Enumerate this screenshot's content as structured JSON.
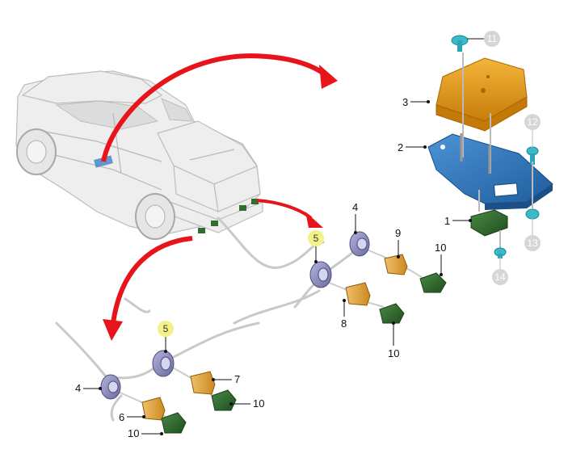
{
  "callouts": {
    "c1": "1",
    "c2": "2",
    "c3": "3",
    "c4a": "4",
    "c4b": "4",
    "c5a": "5",
    "c5b": "5",
    "c6": "6",
    "c7": "7",
    "c8": "8",
    "c9": "9",
    "c10a": "10",
    "c10b": "10",
    "c10c": "10",
    "c10d": "10",
    "c11": "11",
    "c12": "12",
    "c13": "13",
    "c14": "14"
  },
  "colors": {
    "arrow": "#e8141b",
    "cover_orange": "#e49a12",
    "bracket_blue": "#2c79c2",
    "module_green": "#2f6e2c",
    "sensor_purple": "#8f8fbf",
    "holder_orange": "#e0a33a",
    "clip_teal": "#3bb9c9",
    "label_grey": "#d6d6d6",
    "label_yellow": "#f4f08a"
  }
}
